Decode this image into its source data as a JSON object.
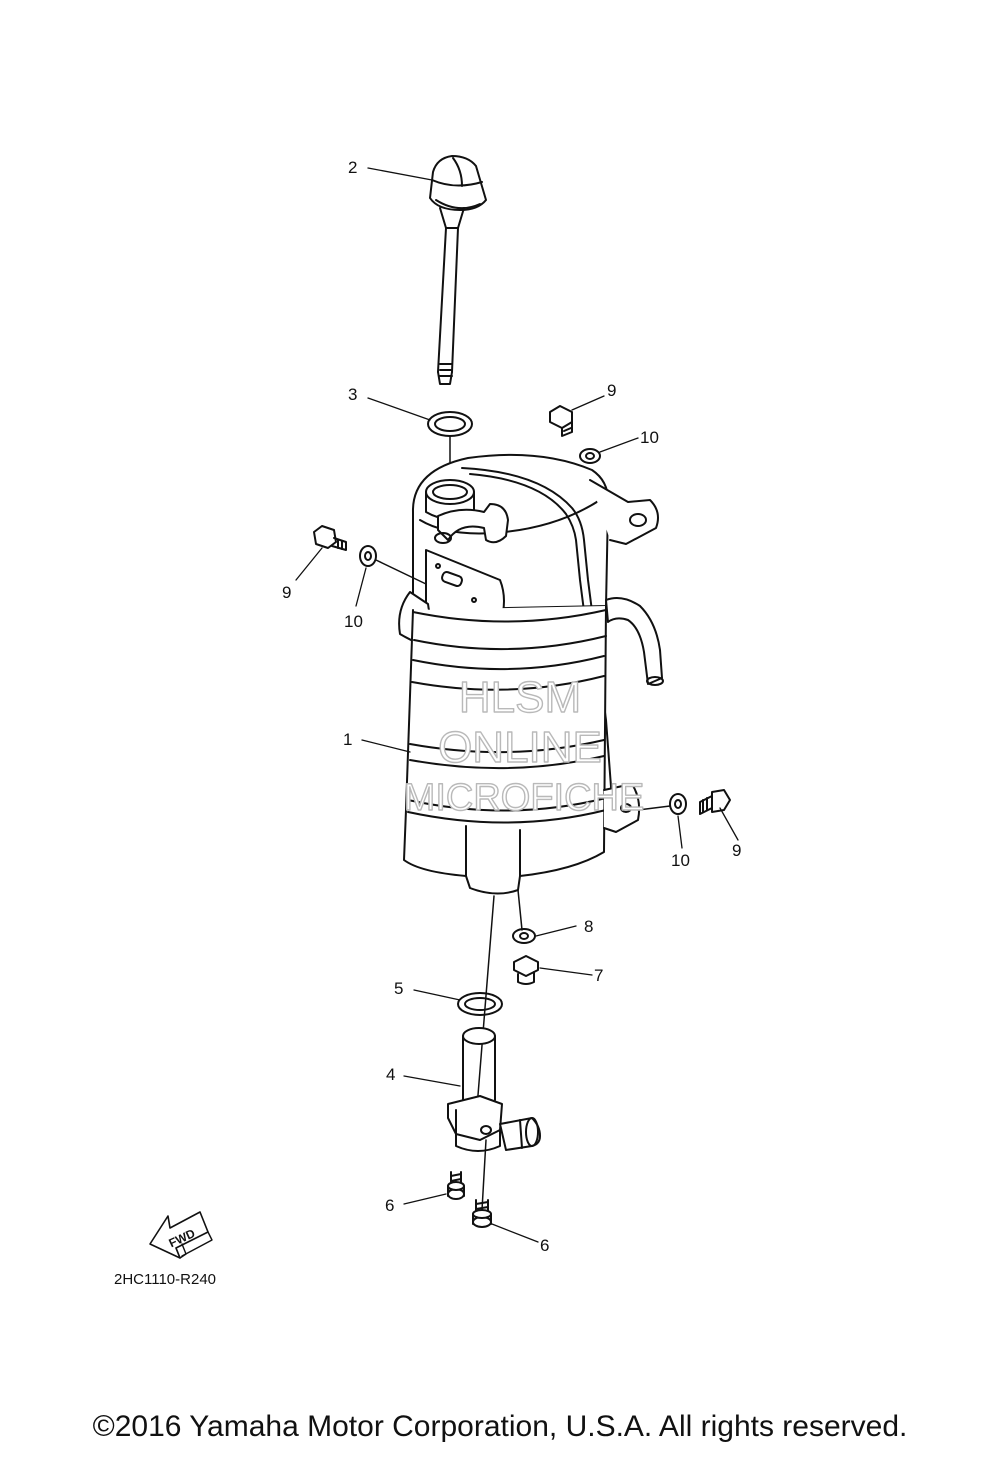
{
  "callouts": [
    {
      "id": "c2",
      "label": "2"
    },
    {
      "id": "c3",
      "label": "3"
    },
    {
      "id": "c9a",
      "label": "9"
    },
    {
      "id": "c10a",
      "label": "10"
    },
    {
      "id": "c9b",
      "label": "9"
    },
    {
      "id": "c10b",
      "label": "10"
    },
    {
      "id": "c1",
      "label": "1"
    },
    {
      "id": "c10c",
      "label": "10"
    },
    {
      "id": "c9c",
      "label": "9"
    },
    {
      "id": "c8",
      "label": "8"
    },
    {
      "id": "c7",
      "label": "7"
    },
    {
      "id": "c5",
      "label": "5"
    },
    {
      "id": "c4",
      "label": "4"
    },
    {
      "id": "c6a",
      "label": "6"
    },
    {
      "id": "c6b",
      "label": "6"
    }
  ],
  "watermark": {
    "line1": "HLSM",
    "line2": "ONLINE",
    "line3": "MICROFICHE"
  },
  "fwd_label": "FWD",
  "diagram_code": "2HC1110-R240",
  "copyright": "©2016 Yamaha Motor Corporation, U.S.A. All rights reserved."
}
